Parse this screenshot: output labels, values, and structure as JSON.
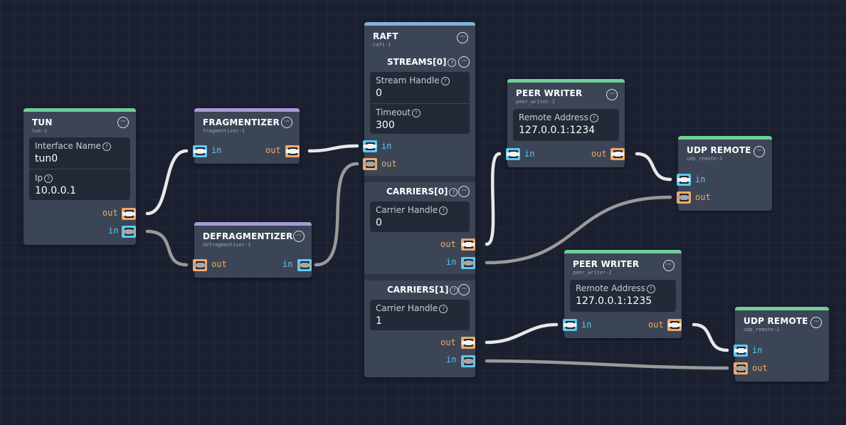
{
  "nodes": {
    "tun": {
      "title": "TUN",
      "subtitle": "tun-1",
      "fields": [
        {
          "label": "Interface Name",
          "value": "tun0"
        },
        {
          "label": "Ip",
          "value": "10.0.0.1"
        }
      ],
      "ports": {
        "out": "out",
        "in": "in"
      }
    },
    "fragmentizer": {
      "title": "FRAGMENTIZER",
      "subtitle": "fragmentizer-1",
      "ports": {
        "in": "in",
        "out": "out"
      }
    },
    "defragmentizer": {
      "title": "DEFRAGMENTIZER",
      "subtitle": "defragmentizer-1",
      "ports": {
        "out": "out",
        "in": "in"
      }
    },
    "raft": {
      "title": "RAFT",
      "subtitle": "raft-1",
      "streams": {
        "title": "STREAMS[0]",
        "fields": [
          {
            "label": "Stream Handle",
            "value": "0"
          },
          {
            "label": "Timeout",
            "value": "300"
          }
        ],
        "ports": {
          "in": "in",
          "out": "out"
        }
      },
      "carriers0": {
        "title": "CARRIERS[0]",
        "fields": [
          {
            "label": "Carrier Handle",
            "value": "0"
          }
        ],
        "ports": {
          "out": "out",
          "in": "in"
        }
      },
      "carriers1": {
        "title": "CARRIERS[1]",
        "fields": [
          {
            "label": "Carrier Handle",
            "value": "1"
          }
        ],
        "ports": {
          "out": "out",
          "in": "in"
        }
      }
    },
    "peer_writer_1": {
      "title": "PEER WRITER",
      "subtitle": "peer_writer-1",
      "fields": [
        {
          "label": "Remote Address",
          "value": "127.0.0.1:1234"
        }
      ],
      "ports": {
        "in": "in",
        "out": "out"
      }
    },
    "udp_remote_1": {
      "title": "UDP REMOTE",
      "subtitle": "udp_remote-1",
      "ports": {
        "in": "in",
        "out": "out"
      }
    },
    "peer_writer_2": {
      "title": "PEER WRITER",
      "subtitle": "peer_writer-2",
      "fields": [
        {
          "label": "Remote Address",
          "value": "127.0.0.1:1235"
        }
      ],
      "ports": {
        "in": "in",
        "out": "out"
      }
    },
    "udp_remote_2": {
      "title": "UDP REMOTE",
      "subtitle": "udp_remote-2",
      "ports": {
        "in": "in",
        "out": "out"
      }
    }
  },
  "icons": {
    "more": "more-options-icon",
    "help": "help-icon",
    "port": "plug-icon"
  },
  "colors": {
    "background": "#1a2030",
    "node": "#3b4556",
    "field_bg": "#222a37",
    "in_port": "#5cc8f2",
    "out_port": "#f0a868",
    "accent_green": "#6fcf97",
    "accent_purple": "#a99ad6",
    "accent_blue": "#7fb2d8",
    "wire_light": "#e8e8e8",
    "wire_gray": "#9a9a9a"
  }
}
